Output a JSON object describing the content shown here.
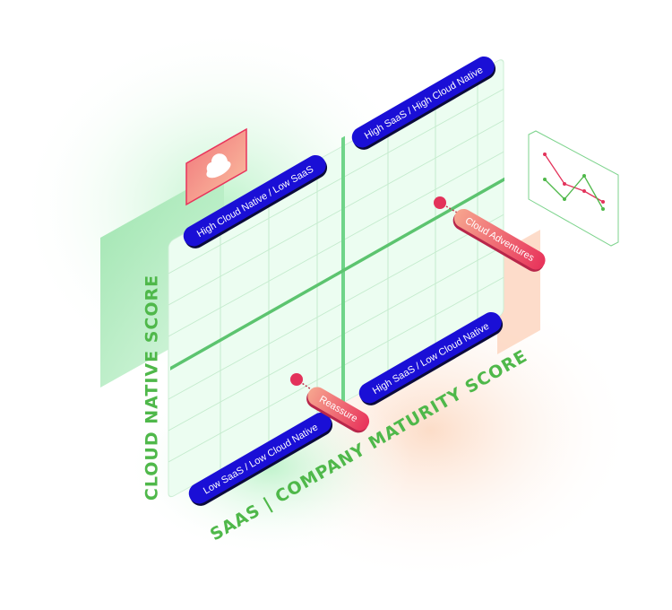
{
  "quadrants": {
    "top_left": "High Cloud Native / Low SaaS",
    "top_right": "High SaaS / High Cloud Native",
    "bottom_right": "High SaaS / Low Cloud Native",
    "bottom_left": "Low SaaS / Low Cloud Native"
  },
  "points": {
    "cloud_adventures": "Cloud Adventures",
    "reassure": "Reassure"
  },
  "axes": {
    "y_label": "CLOUD NATIVE SCORE",
    "x_label": "SAAS | COMPANY MATURITY SCORE"
  },
  "colors": {
    "pill": "#1a0fd6",
    "grid_bg": "#eafcef",
    "grid_line": "#bfe8c8",
    "axis_line": "#5fcf79",
    "point": "#e3325a",
    "label_green": "#4fb84a"
  }
}
